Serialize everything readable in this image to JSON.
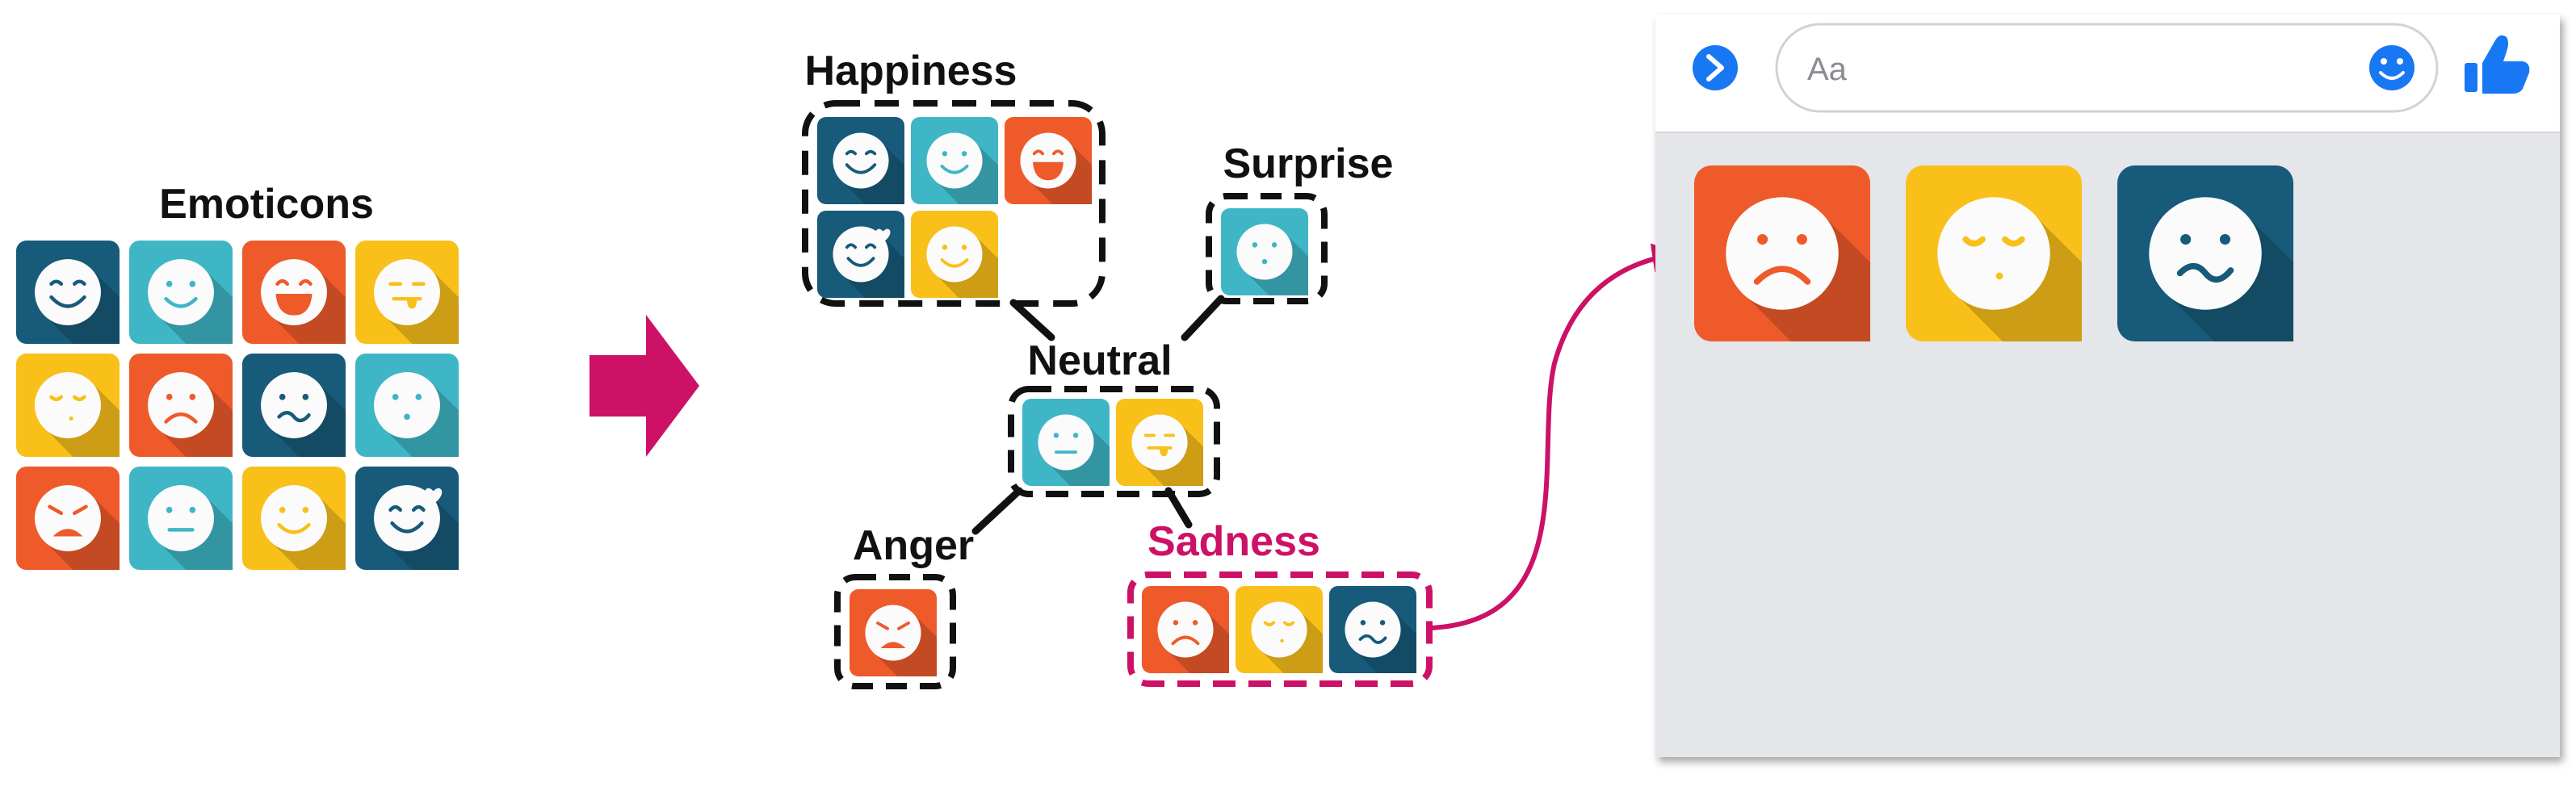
{
  "labels": {
    "emoticons": "Emoticons",
    "happiness": "Happiness",
    "surprise": "Surprise",
    "neutral": "Neutral",
    "anger": "Anger",
    "sadness": "Sadness"
  },
  "chat": {
    "input_placeholder": "Aa"
  },
  "colors": {
    "navy": "#175a7a",
    "teal": "#3fb6c6",
    "orange": "#ee5a2a",
    "yellow": "#f9c01a",
    "magenta": "#cc1166",
    "messenger_blue": "#1877f2",
    "chat_bg": "#e4e6e9"
  },
  "icons": {
    "grid": [
      [
        {
          "bg": "navy",
          "face": "eyes-closed-smile"
        },
        {
          "bg": "teal",
          "face": "smile"
        },
        {
          "bg": "orange",
          "face": "laugh"
        },
        {
          "bg": "yellow",
          "face": "tongue"
        }
      ],
      [
        {
          "bg": "yellow",
          "face": "pensive"
        },
        {
          "bg": "orange",
          "face": "frown"
        },
        {
          "bg": "navy",
          "face": "confused"
        },
        {
          "bg": "teal",
          "face": "surprise"
        }
      ],
      [
        {
          "bg": "orange",
          "face": "angry"
        },
        {
          "bg": "teal",
          "face": "neutral"
        },
        {
          "bg": "yellow",
          "face": "smile"
        },
        {
          "bg": "navy",
          "face": "in-love"
        }
      ]
    ],
    "happiness": [
      {
        "bg": "navy",
        "face": "eyes-closed-smile"
      },
      {
        "bg": "teal",
        "face": "smile"
      },
      {
        "bg": "orange",
        "face": "laugh"
      },
      {
        "bg": "navy",
        "face": "in-love"
      },
      {
        "bg": "yellow",
        "face": "smile"
      }
    ],
    "surprise": [
      {
        "bg": "teal",
        "face": "surprise"
      }
    ],
    "neutral": [
      {
        "bg": "teal",
        "face": "neutral"
      },
      {
        "bg": "yellow",
        "face": "tongue"
      }
    ],
    "anger": [
      {
        "bg": "orange",
        "face": "angry"
      }
    ],
    "sadness": [
      {
        "bg": "orange",
        "face": "frown"
      },
      {
        "bg": "yellow",
        "face": "pensive"
      },
      {
        "bg": "navy",
        "face": "confused"
      }
    ],
    "chat_sent": [
      {
        "bg": "orange",
        "face": "frown"
      },
      {
        "bg": "yellow",
        "face": "pensive"
      },
      {
        "bg": "navy",
        "face": "confused"
      }
    ]
  }
}
